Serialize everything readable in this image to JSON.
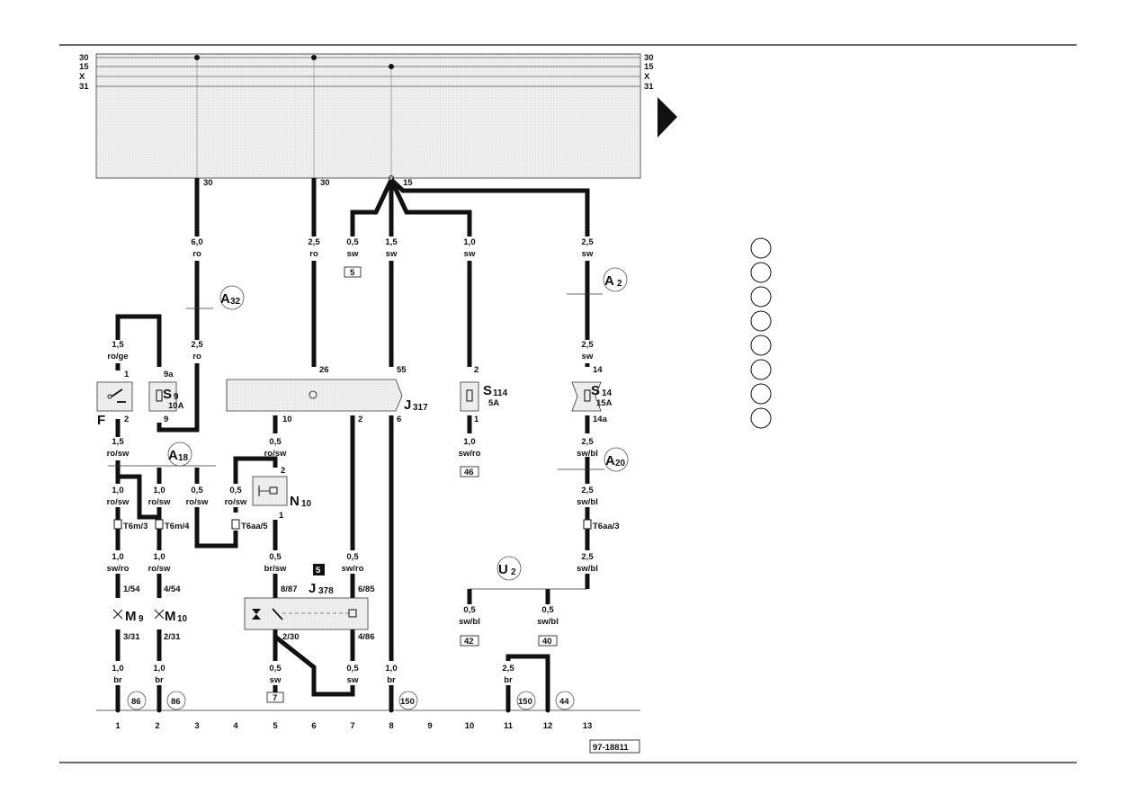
{
  "bus": {
    "left_labels": [
      "30",
      "15",
      "X",
      "31"
    ],
    "right_labels": [
      "30",
      "15",
      "X",
      "31"
    ],
    "drop_labels": [
      "30",
      "30",
      "15"
    ]
  },
  "wires": [
    {
      "size": "6,0",
      "color": "ro"
    },
    {
      "size": "2,5",
      "color": "ro"
    },
    {
      "size": "0,5",
      "color": "sw"
    },
    {
      "size": "1,5",
      "color": "sw"
    },
    {
      "size": "1,0",
      "color": "sw"
    },
    {
      "size": "2,5",
      "color": "sw"
    },
    {
      "size": "1,5",
      "color": "ro/ge"
    },
    {
      "size": "2,5",
      "color": "ro"
    },
    {
      "size": "2,5",
      "color": "sw"
    },
    {
      "size": "1,5",
      "color": "ro/sw"
    },
    {
      "size": "0,5",
      "color": "ro/sw"
    },
    {
      "size": "1,0",
      "color": "sw/ro"
    },
    {
      "size": "2,5",
      "color": "sw/bl"
    },
    {
      "size": "1,0",
      "color": "ro/sw"
    },
    {
      "size": "1,0",
      "color": "ro/sw"
    },
    {
      "size": "0,5",
      "color": "ro/sw"
    },
    {
      "size": "0,5",
      "color": "ro/sw"
    },
    {
      "size": "2,5",
      "color": "sw/bl"
    },
    {
      "size": "1,0",
      "color": "sw/ro"
    },
    {
      "size": "1,0",
      "color": "ro/sw"
    },
    {
      "size": "0,5",
      "color": "br/sw"
    },
    {
      "size": "0,5",
      "color": "sw/ro"
    },
    {
      "size": "2,5",
      "color": "sw/bl"
    },
    {
      "size": "0,5",
      "color": "sw/bl"
    },
    {
      "size": "0,5",
      "color": "sw/bl"
    },
    {
      "size": "1,0",
      "color": "br"
    },
    {
      "size": "1,0",
      "color": "br"
    },
    {
      "size": "0,5",
      "color": "sw"
    },
    {
      "size": "0,5",
      "color": "sw"
    },
    {
      "size": "1,0",
      "color": "br"
    },
    {
      "size": "2,5",
      "color": "br"
    }
  ],
  "pins": [
    "9a",
    "9",
    "1",
    "2",
    "26",
    "55",
    "10",
    "2",
    "6",
    "2",
    "1",
    "14",
    "14a",
    "2",
    "1",
    "8/87",
    "6/85",
    "2/30",
    "4/86",
    "1/54",
    "3/31",
    "4/54",
    "2/31"
  ],
  "boxes": [
    "5",
    "46",
    "42",
    "40",
    "7"
  ],
  "connectors": [
    "T6m/3",
    "T6m/4",
    "T6aa/5",
    "T6aa/3"
  ],
  "components": [
    {
      "letter": "F",
      "sub": ""
    },
    {
      "letter": "S",
      "sub": "9",
      "rating": "10A"
    },
    {
      "letter": "J",
      "sub": "317"
    },
    {
      "letter": "S",
      "sub": "114",
      "rating": "5A"
    },
    {
      "letter": "S",
      "sub": "14",
      "rating": "15A"
    },
    {
      "letter": "N",
      "sub": "10"
    },
    {
      "letter": "J",
      "sub": "378"
    },
    {
      "letter": "M",
      "sub": "9"
    },
    {
      "letter": "M",
      "sub": "10"
    }
  ],
  "points": [
    {
      "letter": "A",
      "sub": "32"
    },
    {
      "letter": "A",
      "sub": "2"
    },
    {
      "letter": "A",
      "sub": "18"
    },
    {
      "letter": "A",
      "sub": "20"
    },
    {
      "letter": "U",
      "sub": "2"
    }
  ],
  "relay_badge": "5",
  "refs": [
    "86",
    "86",
    "150",
    "150",
    "44"
  ],
  "tracks": [
    "1",
    "2",
    "3",
    "4",
    "5",
    "6",
    "7",
    "8",
    "9",
    "10",
    "11",
    "12",
    "13"
  ],
  "figure_id": "97-18811",
  "legend_circles": 8,
  "colors": {
    "ink": "#111111",
    "panel_fill": "#ececec",
    "page": "#ffffff"
  }
}
